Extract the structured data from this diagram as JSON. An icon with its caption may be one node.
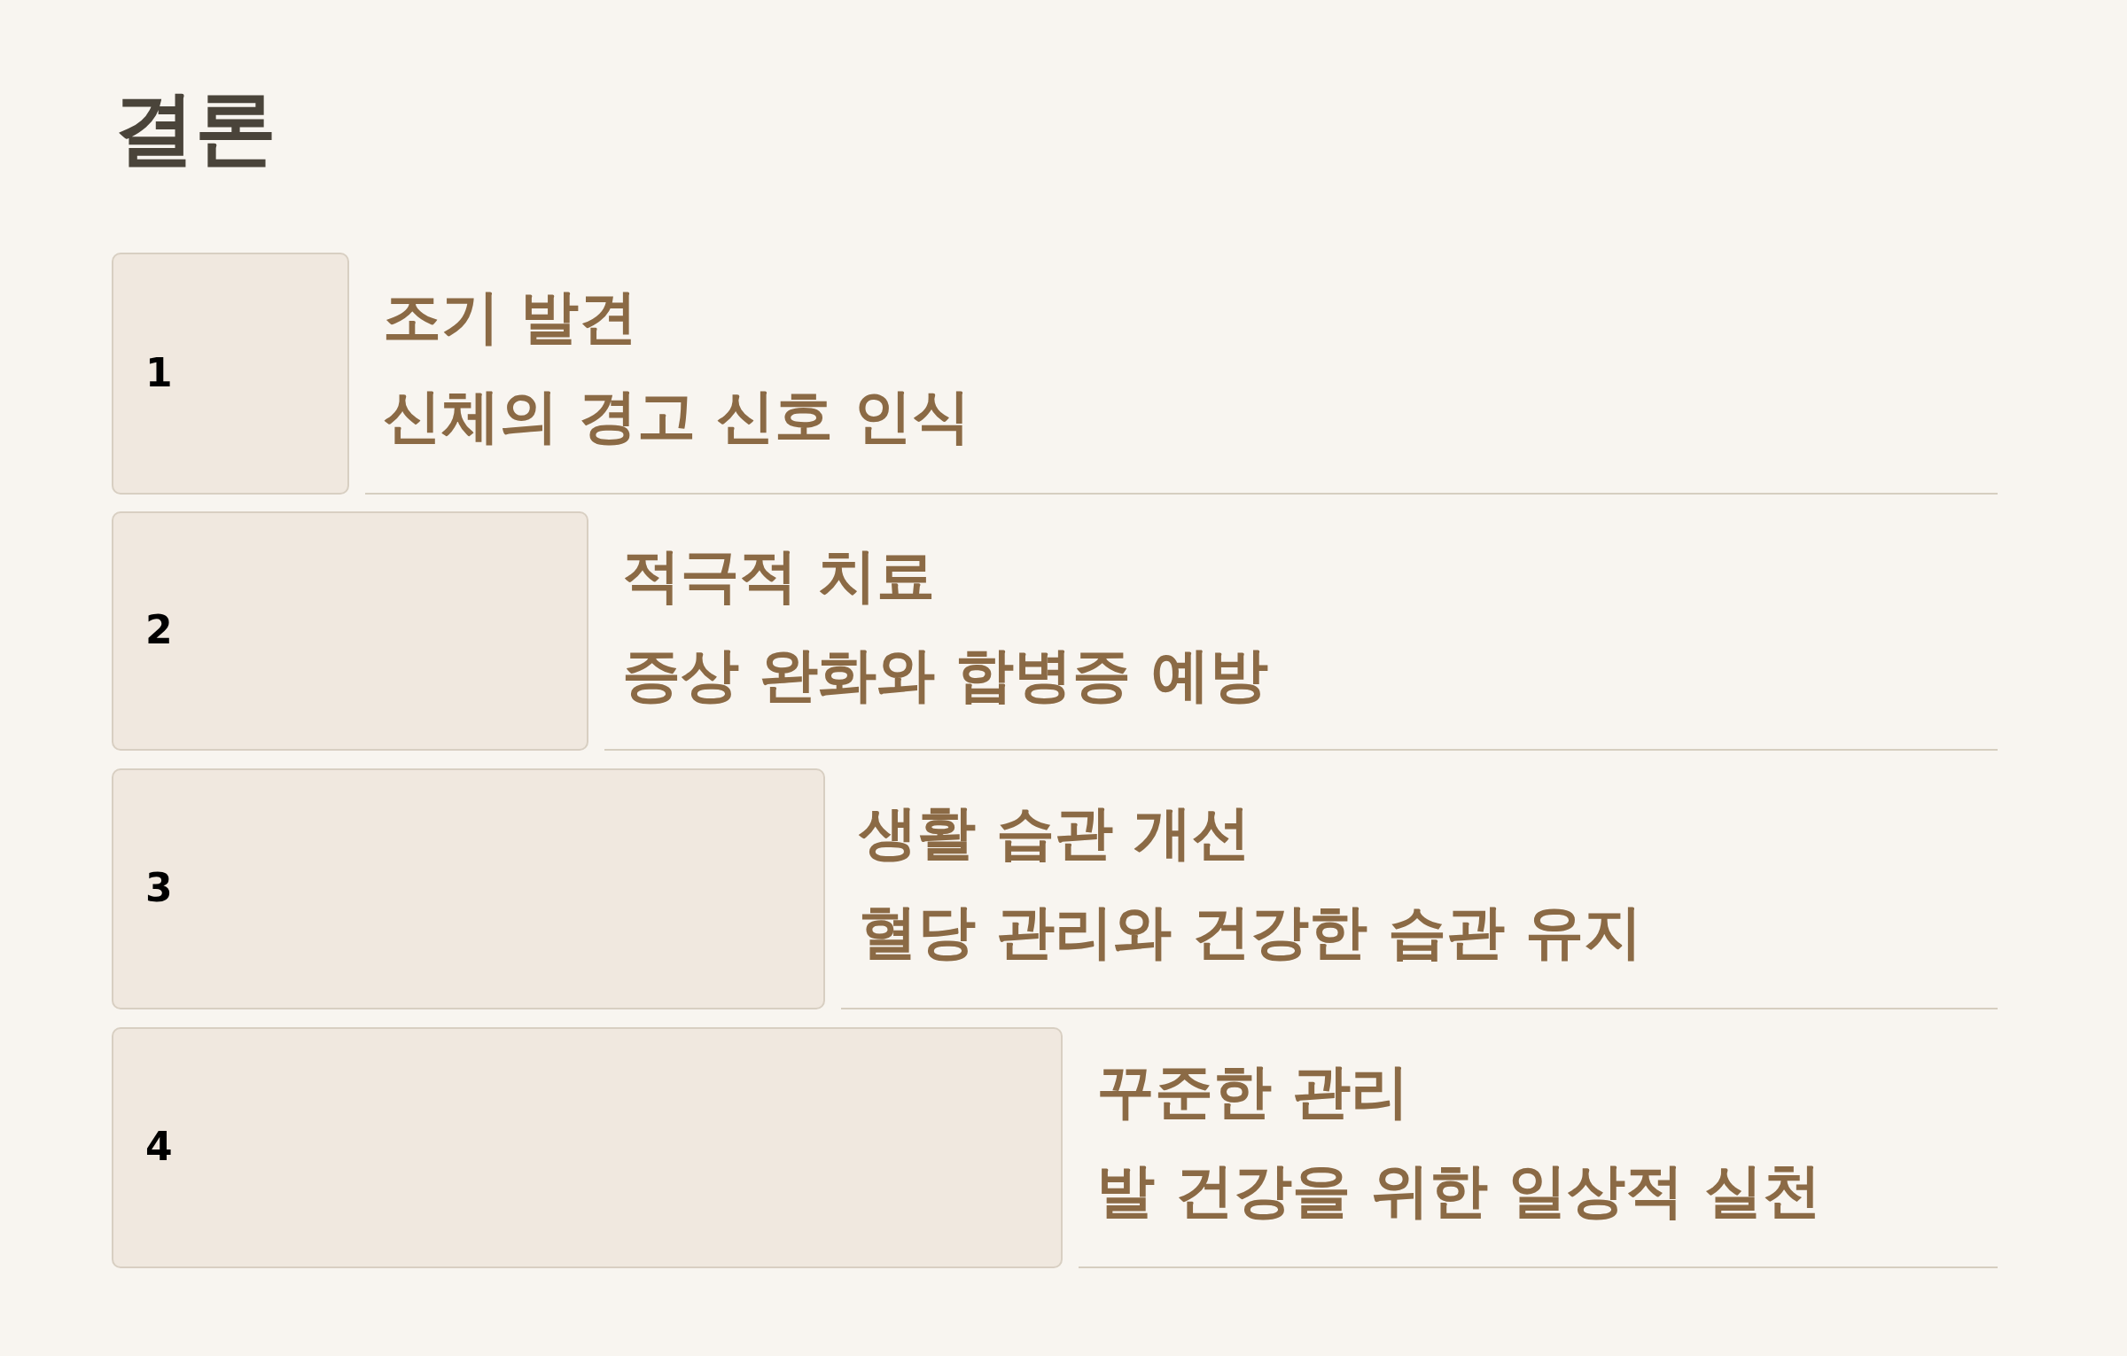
{
  "diagram": {
    "title": "결론",
    "nodes": [
      {
        "text": [
          "1"
        ],
        "beside": [
          "조기 발견",
          "신체의 경고 신호 인식"
        ]
      },
      {
        "text": [
          "2"
        ],
        "beside": [
          "적극적 치료",
          "증상 완화와 합병증 예방"
        ]
      },
      {
        "text": [
          "3"
        ],
        "beside": [
          "생활 습관 개선",
          "혈당 관리와 건강한 습관 유지"
        ]
      },
      {
        "text": [
          "4"
        ],
        "beside": [
          "꾸준한 관리",
          "발 건강을 위한 일상적 실천"
        ]
      }
    ]
  }
}
